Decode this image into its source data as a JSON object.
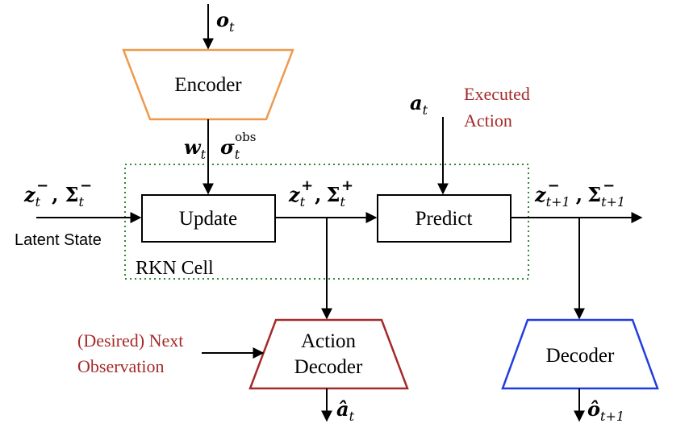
{
  "blocks": {
    "encoder": "Encoder",
    "update": "Update",
    "predict": "Predict",
    "action_decoder_line1": "Action",
    "action_decoder_line2": "Decoder",
    "decoder": "Decoder"
  },
  "labels": {
    "rkn_cell": "RKN Cell",
    "latent_state": "Latent State",
    "executed_action_line1": "Executed",
    "executed_action_line2": "Action",
    "desired_next_line1": "(Desired) Next",
    "desired_next_line2": "Observation"
  },
  "math": {
    "o_t": {
      "base": "o",
      "sub": "t"
    },
    "w_t": {
      "base": "w",
      "sub": "t"
    },
    "sigma_obs": {
      "base": "σ",
      "sub": "t",
      "sup": "obs"
    },
    "a_t": {
      "base": "a",
      "sub": "t"
    },
    "z_minus": {
      "base": "z",
      "sub": "t",
      "sup": "−"
    },
    "Sigma_minus": {
      "base": "Σ",
      "sub": "t",
      "sup": "−"
    },
    "z_plus": {
      "base": "z",
      "sub": "t",
      "sup": "+"
    },
    "Sigma_plus": {
      "base": "Σ",
      "sub": "t",
      "sup": "+"
    },
    "z_next_minus": {
      "base": "z",
      "sub": "t+1",
      "sup": "−"
    },
    "Sigma_next_minus": {
      "base": "Σ",
      "sub": "t+1",
      "sup": "−"
    },
    "a_hat": {
      "base": "â",
      "sub": "t"
    },
    "o_hat_next": {
      "base": "ô",
      "sub": "t+1"
    },
    "comma": ","
  },
  "colors": {
    "encoder": "#ee9a4d",
    "action_decoder": "#a52a2a",
    "decoder": "#1f3de0",
    "rkn_cell_border": "#2e8b2e",
    "red_text": "#a52a2a"
  }
}
